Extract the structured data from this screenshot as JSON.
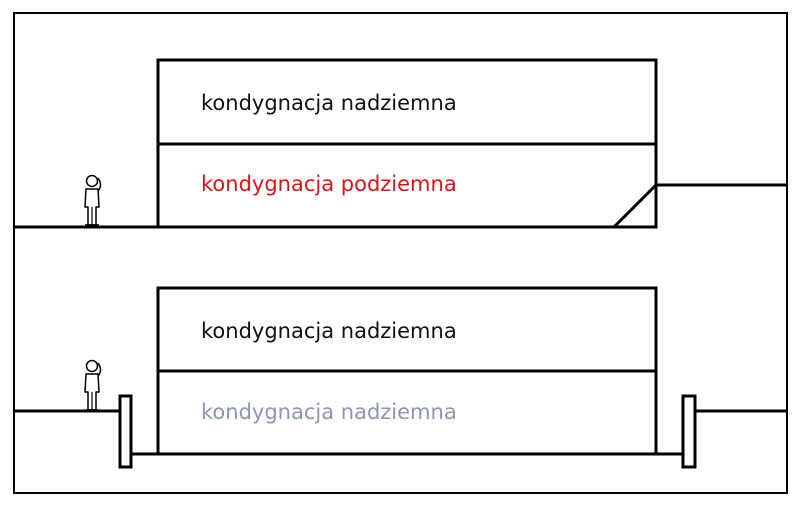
{
  "top_section": {
    "upper_label": "kondygnacja nadziemna",
    "lower_label": "kondygnacja podziemna",
    "lower_label_color": "#d9141b"
  },
  "bottom_section": {
    "upper_label": "kondygnacja nadziemna",
    "lower_label": "kondygnacja nadziemna",
    "lower_label_color": "#8c96b0"
  },
  "colors": {
    "line": "#000000",
    "text": "#111111",
    "background": "#ffffff"
  },
  "icons": [
    "person-icon",
    "person-icon"
  ]
}
